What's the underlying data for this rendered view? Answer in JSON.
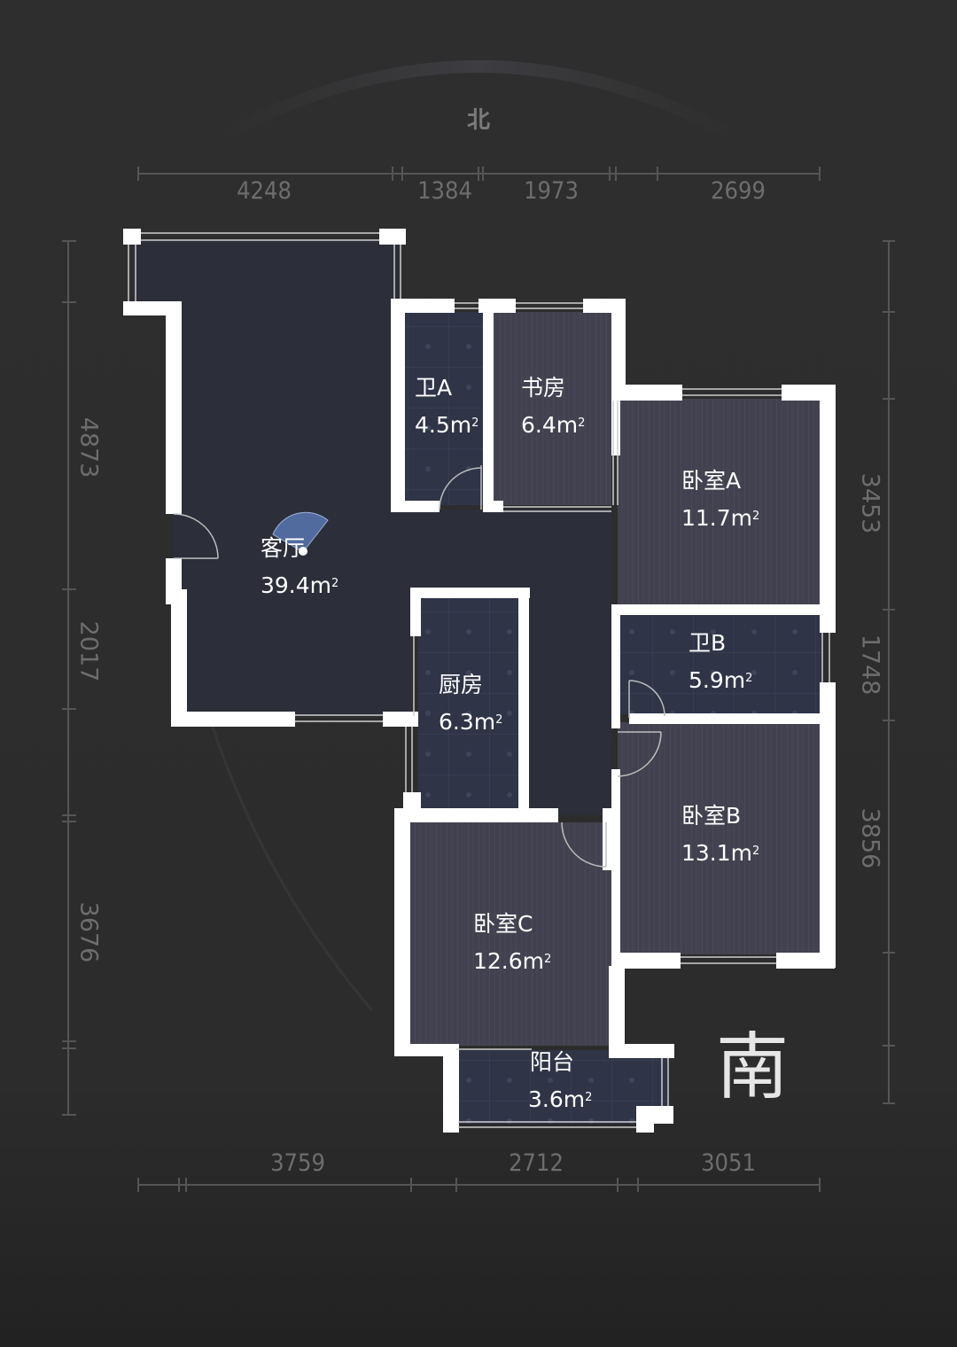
{
  "compass": {
    "north_label": "北",
    "south_label": "南"
  },
  "dimensions": {
    "top": [
      "4248",
      "1384",
      "1973",
      "2699"
    ],
    "bottom": [
      "3759",
      "2712",
      "3051"
    ],
    "left": [
      "4873",
      "2017",
      "3676"
    ],
    "right": [
      "3453",
      "1748",
      "3856"
    ]
  },
  "rooms": {
    "living": {
      "name": "客厅",
      "area": "39.4m",
      "unit_sup": "2"
    },
    "bath_a": {
      "name": "卫A",
      "area": "4.5m",
      "unit_sup": "2"
    },
    "study": {
      "name": "书房",
      "area": "6.4m",
      "unit_sup": "2"
    },
    "bedroom_a": {
      "name": "卧室A",
      "area": "11.7m",
      "unit_sup": "2"
    },
    "bath_b": {
      "name": "卫B",
      "area": "5.9m",
      "unit_sup": "2"
    },
    "kitchen": {
      "name": "厨房",
      "area": "6.3m",
      "unit_sup": "2"
    },
    "bedroom_b": {
      "name": "卧室B",
      "area": "13.1m",
      "unit_sup": "2"
    },
    "bedroom_c": {
      "name": "卧室C",
      "area": "12.6m",
      "unit_sup": "2"
    },
    "balcony": {
      "name": "阳台",
      "area": "3.6m",
      "unit_sup": "2"
    }
  },
  "colors": {
    "background": "#2d2d2d",
    "wall": "#ffffff",
    "living_floor": "#2c2e38",
    "wood_floor": "#41414f",
    "tile_floor": "#2f3447",
    "dimension_text": "#6d6d6d",
    "camera_cone": "#5d7ab8"
  }
}
